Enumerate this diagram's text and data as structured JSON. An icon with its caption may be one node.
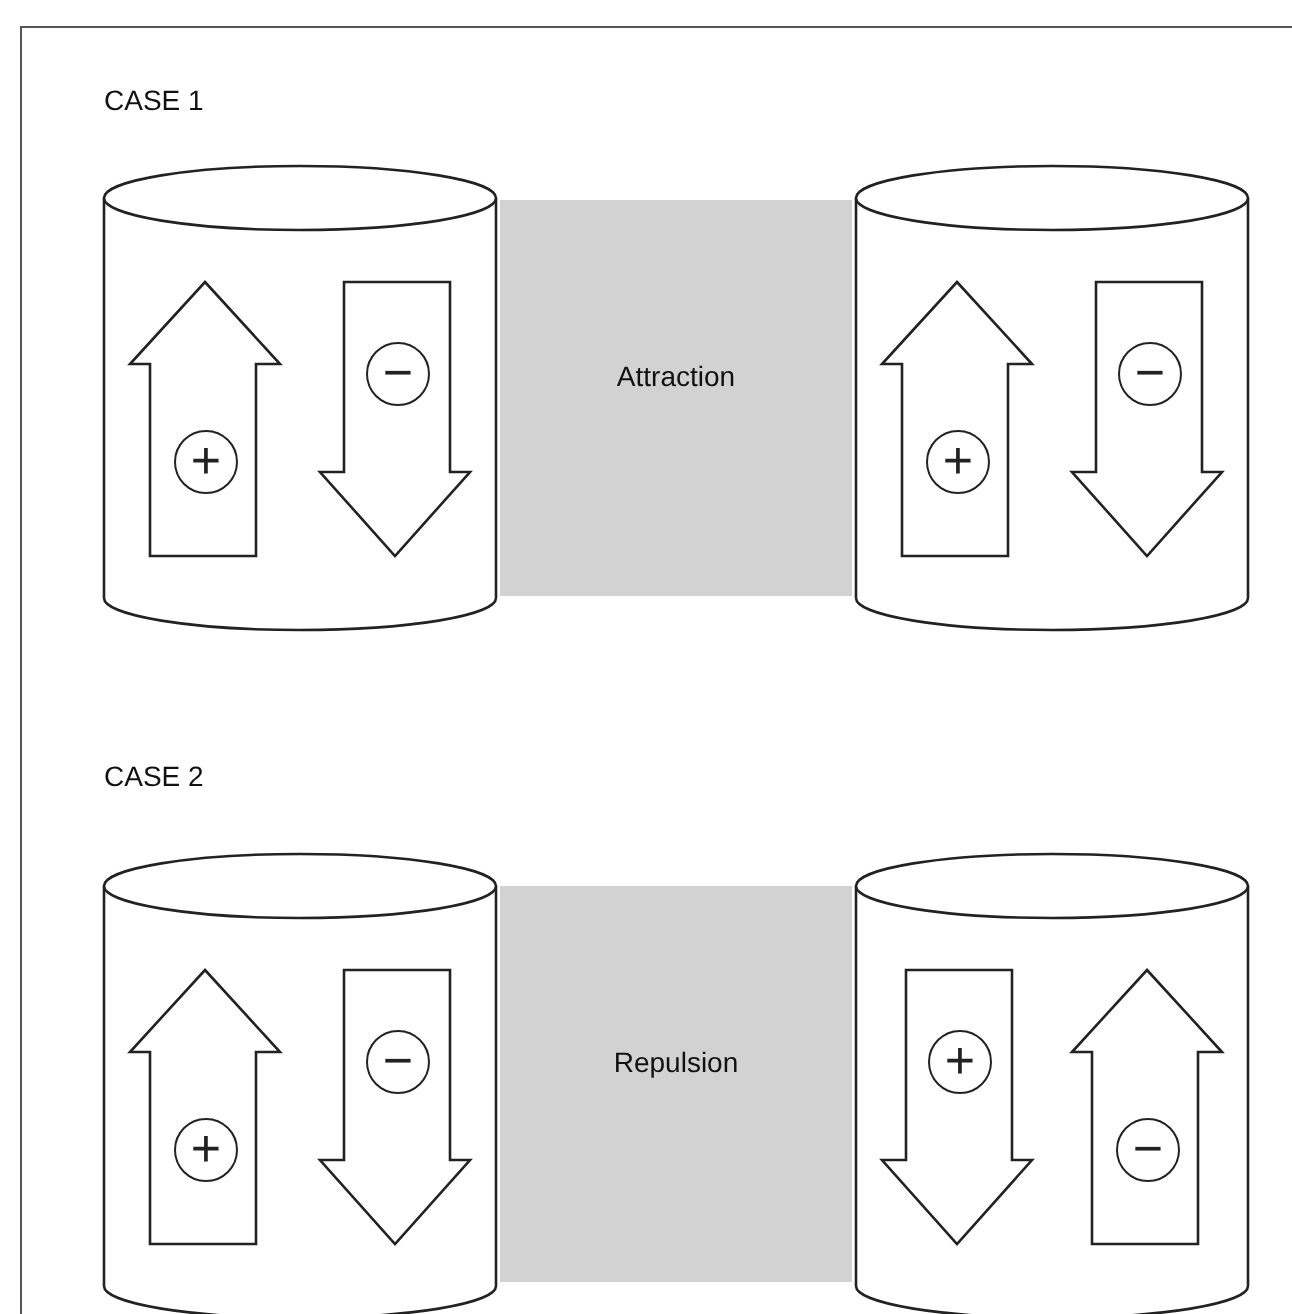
{
  "diagram": {
    "nodes": [
      {
        "text": [],
        "shape": "cylinder"
      },
      {
        "text": [
          "+"
        ],
        "in": 0
      },
      {
        "text": [
          "−"
        ],
        "in": 0
      },
      {
        "text": [
          "Attraction"
        ]
      },
      {
        "text": [],
        "shape": "cylinder"
      },
      {
        "text": [
          "+"
        ],
        "in": 4
      },
      {
        "text": [
          "−"
        ],
        "in": 4
      },
      {
        "text": [],
        "shape": "cylinder"
      },
      {
        "text": [
          "+"
        ],
        "in": 7
      },
      {
        "text": [
          "−"
        ],
        "in": 7
      },
      {
        "text": [
          "Repulsion"
        ]
      },
      {
        "text": [],
        "shape": "cylinder"
      },
      {
        "text": [
          "+"
        ],
        "in": 11
      },
      {
        "text": [
          "−"
        ],
        "in": 11
      }
    ],
    "labels": [
      "CASE 1",
      "CASE 2"
    ]
  }
}
